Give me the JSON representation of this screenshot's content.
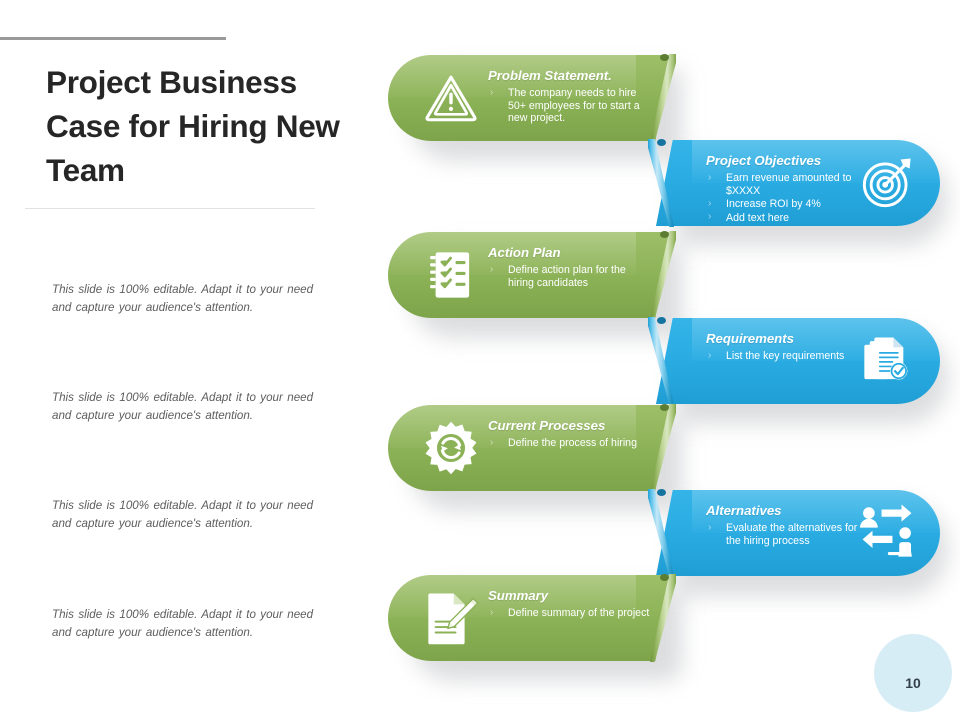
{
  "slide": {
    "title": "Project Business Case for Hiring New Team",
    "page_number": "10",
    "notes": [
      "This slide is 100% editable. Adapt it to your need and capture your audience's attention.",
      "This slide is 100% editable. Adapt it to your need and capture your audience's attention.",
      "This slide is 100% editable. Adapt it to your need and capture your audience's attention.",
      "This slide is 100% editable. Adapt it to your need and capture your audience's attention."
    ]
  },
  "colors": {
    "green": "#8CB257",
    "blue": "#29ABE2",
    "badge": "#D7EDF6",
    "title_text": "#262626",
    "note_text": "#5D5D5D"
  },
  "banners": [
    {
      "side": "green",
      "icon": "warning-triangle-icon",
      "title": "Problem Statement.",
      "bullets": [
        "The company needs to hire 50+ employees for to start a new project."
      ]
    },
    {
      "side": "blue",
      "icon": "target-dart-icon",
      "title": "Project Objectives",
      "bullets": [
        "Earn revenue amounted to $XXXX",
        "Increase ROI by 4%",
        "Add text here"
      ]
    },
    {
      "side": "green",
      "icon": "checklist-clipboard-icon",
      "title": "Action Plan",
      "bullets": [
        "Define action plan for the hiring candidates"
      ]
    },
    {
      "side": "blue",
      "icon": "documents-check-icon",
      "title": "Requirements",
      "bullets": [
        "List the key requirements"
      ]
    },
    {
      "side": "green",
      "icon": "gear-refresh-icon",
      "title": "Current Processes",
      "bullets": [
        "Define the process of hiring"
      ]
    },
    {
      "side": "blue",
      "icon": "people-swap-icon",
      "title": "Alternatives",
      "bullets": [
        "Evaluate the alternatives for the hiring process"
      ]
    },
    {
      "side": "green",
      "icon": "document-pencil-icon",
      "title": "Summary",
      "bullets": [
        "Define summary of the project"
      ]
    }
  ]
}
